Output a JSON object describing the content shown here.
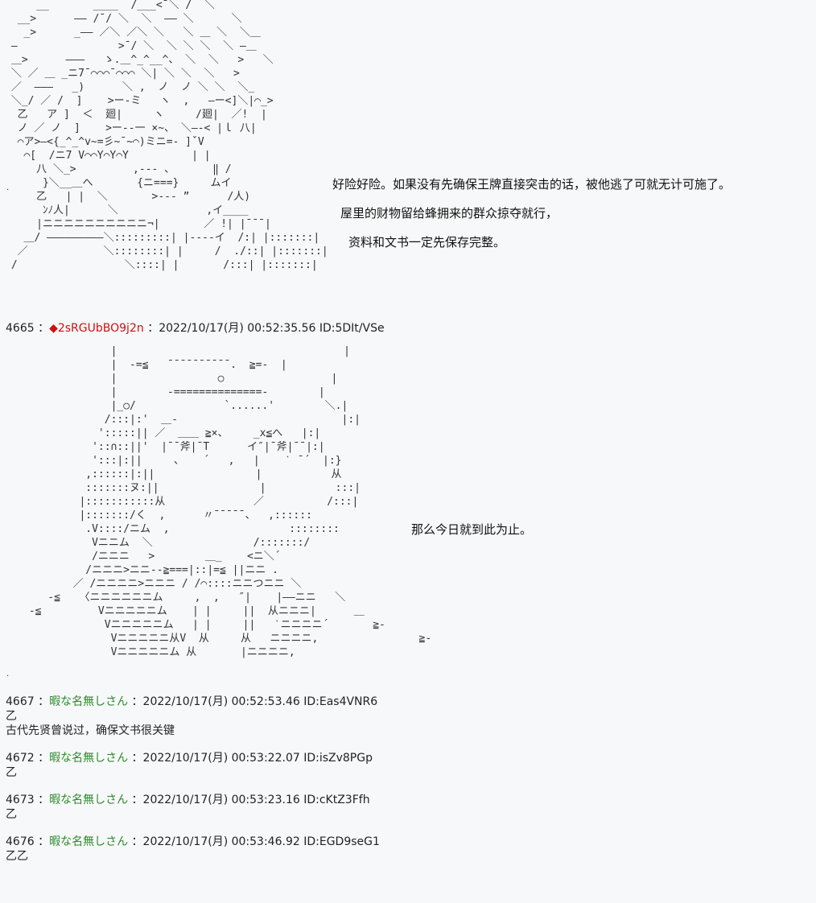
{
  "aa_top": "     __       ____  /___<ˉ＼ /  ＼\n  __>      ―― /ˉ/ ＼  ＼  ―― ＼      ＼\n   _>      _―― ／＼ ／＼ ＼   ＼ ＿ ＼  ＼＿\n ―                >ˉ/ ＼  ＼ ＼ ＼  ＼ ―＿\n ＿>      ―――   ゝ.＿^_^__^、 ＼  ＼   >   ＼\n ＼ ／ ＿ _ニ7ˉ⌒⌒⌒ˉ⌒⌒⌒ ＼| ＼ ＼  ＼   >\n ／  ―――   _)      ＼ ,  ノ  ノ ＼ ＼  ＼_\n ＼_/ ／ /  ]    >ー-ミ   ヽ  ,   ―ー<]＼|⌒_>\n  乙   ア ]  ＜  廻|     ヽ     /廻|  ／!  |\n  ノ ／ ノ  ]    >ー--一 ×~、 ＼―-< |ｌ 八|\n  ⌒ア>―<{_^_^v~=彡~ˉ~⌒)ミニ=- ]ˇV\n   ⌒[  /ニ7 V⌒⌒Y⌒Y⌒Y          | |\n     八 ＼_>         ,--- 、      ‖ /\n      }＼__＿へ       {ニ===}     ムイ\n     乙   | |  ＼       >--- ”      /人)\n      ﾝﾉ人|      ＼              ,イ____\n     |ニニニニニニニニニニ¬|       ／ !| |ˉˉˉ|\n   ＿/ ―――――――――＼:::::::::| |----イ  /:| |:::::::|\n  ／            ＼::::::::| |     /  ./::| |:::::::|\n /                 ＼::::| |       /:::| |:::::::|",
  "dialog1": {
    "line1": "好险好险。如果没有先确保王牌直接突击的话，被他逃了可就无计可施了。",
    "line2": "屋里的财物留给蜂拥来的群众掠夺就行，",
    "line3": "资料和文书一定先保存完整。"
  },
  "post_4665": {
    "num": "4665",
    "trip": "◆2sRGUbBO9j2n",
    "date": "2022/10/17(月) 00:52:35.56",
    "id": "ID:5DIt/VSe"
  },
  "aa_mid": "              |                                    |\n              |  -=≦   ˉˉˉˉˉˉˉˉˉˉ.  ≧=-  |\n              |                ○                 |\n              |        -==============-        |\n              |_○/              `......'        ＼.|\n             /:::|:'  ＿-                          |:|\n            ':::::|| ／  ＿＿ ≧×、    _x≦へ   |:|\n           '::∩::||'  |ˉˉ斧|ˉT      イ″|ˉ斧|ˉˉ|:|\n           ':::|:||     、   ´   ,   |    ˋ ˉ´  |:}\n          ,::::::|:||                |           从\n          :::::::ヌ:||                |           :::|\n         |:::::::::::从              ／          /:::|\n         |:::::::/く  ,      〃ˉˉˉˉˉ、  ,::::::\n          .V::::/ニム  ,                   ::::::::\n           Vニニム  ＼                /:::::::/\n           /ニニニ   >        ＿_    <ニ＼´\n          /ニニニ>ニニ--≧===|::|=≦ ||ニニ .\n        ／ /ニニニニ>ニニニ / /⌒::::ニニつニニ ＼\n    -≦   〈ニニニニニニム     ,  ,   ″|    |――ニニ   ＼\n -≦         Vニニニニニム    | |     ||  从ニニニ|      ＿\n             Vニニニニニム   | |     ||   ˋニニニニ´       ≧-\n              Vニニニニニ从V  从     从   ニニニニ,                ≧-\n              Vニニニニニム 从       |ニニニニ,",
  "dialog2": "那么今日就到此为止。",
  "posts": [
    {
      "num": "4667",
      "name": "暇な名無しさん",
      "date": "2022/10/17(月) 00:52:53.46",
      "id": "ID:Eas4VNR6",
      "body": "乙\n古代先贤曾说过，确保文书很关键"
    },
    {
      "num": "4672",
      "name": "暇な名無しさん",
      "date": "2022/10/17(月) 00:53:22.07",
      "id": "ID:isZv8PGp",
      "body": "乙"
    },
    {
      "num": "4673",
      "name": "暇な名無しさん",
      "date": "2022/10/17(月) 00:53:23.16",
      "id": "ID:cKtZ3Ffh",
      "body": "乙"
    },
    {
      "num": "4676",
      "name": "暇な名無しさん",
      "date": "2022/10/17(月) 00:53:46.92",
      "id": "ID:EGD9seG1",
      "body": "乙乙"
    }
  ],
  "colon": "：",
  "colors": {
    "trip": "#cc1111",
    "anon_name": "#2c8a2c",
    "background": "#f7f8f9"
  }
}
